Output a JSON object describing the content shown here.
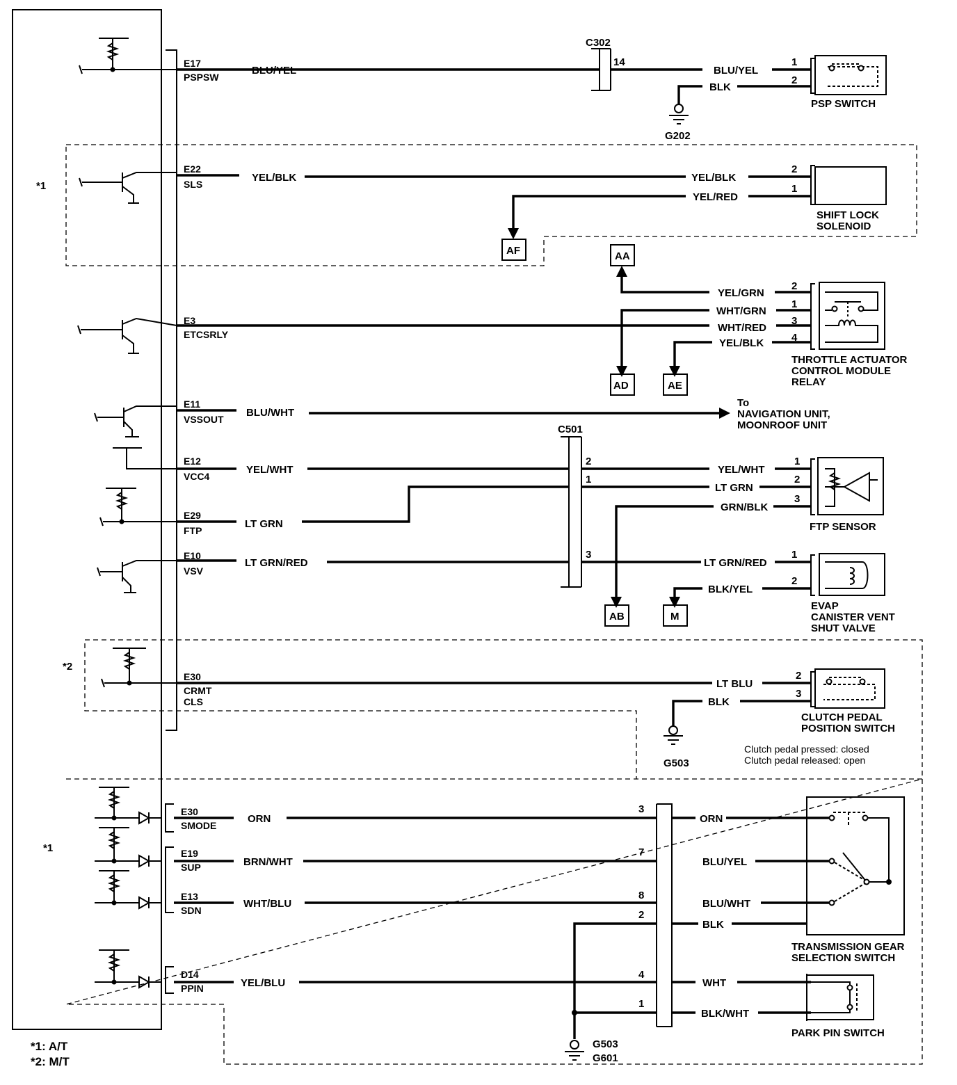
{
  "notes": {
    "at": "*1",
    "mt": "*2",
    "legend_1": "*1: A/T",
    "legend_2": "*2: M/T"
  },
  "terminals": {
    "e17": {
      "pin": "E17",
      "name": "PSPSW"
    },
    "e22": {
      "pin": "E22",
      "name": "SLS"
    },
    "e3": {
      "pin": "E3",
      "name": "ETCSRLY"
    },
    "e11": {
      "pin": "E11",
      "name": "VSSOUT"
    },
    "e12": {
      "pin": "E12",
      "name": "VCC4"
    },
    "e29": {
      "pin": "E29",
      "name": "FTP"
    },
    "e10": {
      "pin": "E10",
      "name": "VSV"
    },
    "e30m": {
      "pin": "E30",
      "name": "CRMT",
      "name2": "CLS"
    },
    "e30a": {
      "pin": "E30",
      "name": "SMODE"
    },
    "e19": {
      "pin": "E19",
      "name": "SUP"
    },
    "e13": {
      "pin": "E13",
      "name": "SDN"
    },
    "d14": {
      "pin": "D14",
      "name": "PPIN"
    }
  },
  "wires": {
    "blu_yel": "BLU/YEL",
    "blk": "BLK",
    "yel_blk": "YEL/BLK",
    "yel_red": "YEL/RED",
    "yel_grn": "YEL/GRN",
    "wht_grn": "WHT/GRN",
    "wht_red": "WHT/RED",
    "blu_wht": "BLU/WHT",
    "yel_wht": "YEL/WHT",
    "lt_grn": "LT GRN",
    "grn_blk": "GRN/BLK",
    "lt_grn_red": "LT GRN/RED",
    "blk_yel": "BLK/YEL",
    "lt_blu": "LT BLU",
    "orn": "ORN",
    "brn_wht": "BRN/WHT",
    "wht_blu": "WHT/BLU",
    "yel_blu": "YEL/BLU",
    "wht": "WHT",
    "blk_wht": "BLK/WHT"
  },
  "connectors": {
    "c302": "C302",
    "c501": "C501"
  },
  "grounds": {
    "g202": "G202",
    "g503": "G503",
    "g601": "G601"
  },
  "refs": {
    "af": "AF",
    "aa": "AA",
    "ad": "AD",
    "ae": "AE",
    "ab": "AB",
    "m": "M"
  },
  "pins": {
    "p1": "1",
    "p2": "2",
    "p3": "3",
    "p4": "4",
    "p7": "7",
    "p8": "8",
    "p14": "14"
  },
  "components": {
    "psp_switch": "PSP SWITCH",
    "shift_lock_1": "SHIFT LOCK",
    "shift_lock_2": "SOLENOID",
    "tacm_1": "THROTTLE ACTUATOR",
    "tacm_2": "CONTROL MODULE",
    "tacm_3": "RELAY",
    "nav_1": "To",
    "nav_2": "NAVIGATION UNIT,",
    "nav_3": "MOONROOF UNIT",
    "ftp_sensor": "FTP SENSOR",
    "evap_1": "EVAP",
    "evap_2": "CANISTER VENT",
    "evap_3": "SHUT VALVE",
    "clutch_1": "CLUTCH PEDAL",
    "clutch_2": "POSITION SWITCH",
    "clutch_note_1": "Clutch pedal pressed: closed",
    "clutch_note_2": "Clutch pedal released: open",
    "tgss_1": "TRANSMISSION GEAR",
    "tgss_2": "SELECTION SWITCH",
    "park_pin": "PARK PIN SWITCH"
  }
}
